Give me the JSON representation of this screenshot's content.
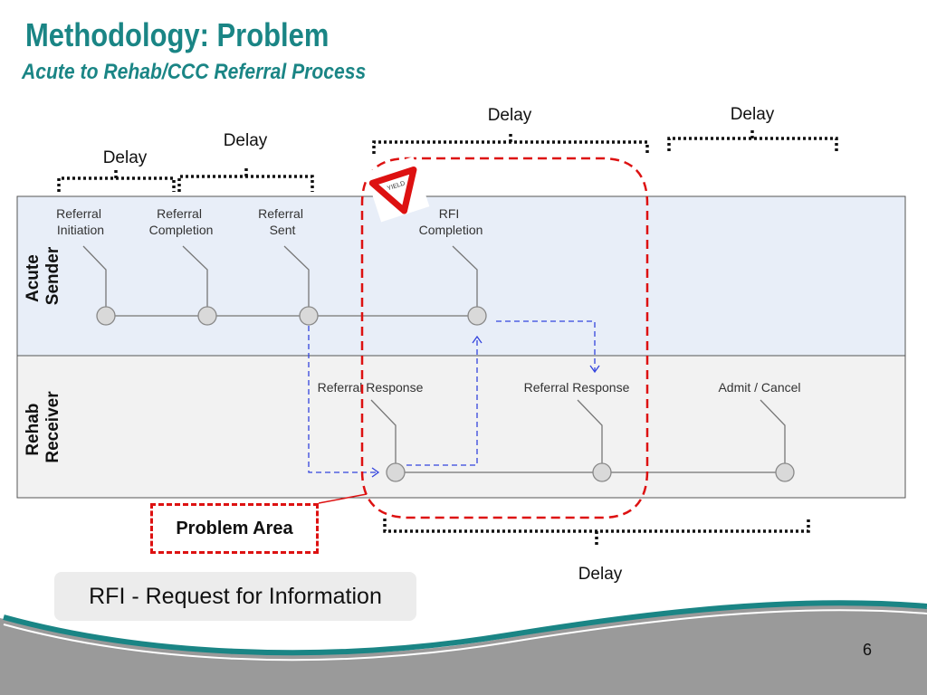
{
  "slide": {
    "title": "Methodology: Problem",
    "subtitle": "Acute to Rehab/CCC Referral Process",
    "page_number": "6"
  },
  "lanes": {
    "sender": [
      "Acute",
      "Sender"
    ],
    "receiver": [
      "Rehab",
      "Receiver"
    ]
  },
  "sender_steps": [
    [
      "Referral",
      "Initiation"
    ],
    [
      "Referral",
      "Completion"
    ],
    [
      "Referral",
      "Sent"
    ],
    [
      "RFI",
      "Completion"
    ]
  ],
  "receiver_steps": [
    "Referral Response",
    "Referral Response",
    "Admit / Cancel"
  ],
  "delays": [
    "Delay",
    "Delay",
    "Delay",
    "Delay",
    "Delay"
  ],
  "yield_sign": "YIELD",
  "problem_area": "Problem Area",
  "note": "RFI - Request for Information",
  "colors": {
    "accent": "#1a8585",
    "sender_lane": "#e8eef8",
    "receiver_lane": "#f2f2f2",
    "problem_outline": "#dd1111",
    "flow_arrow": "#3344dd",
    "yield_sign": "#dd1111"
  }
}
